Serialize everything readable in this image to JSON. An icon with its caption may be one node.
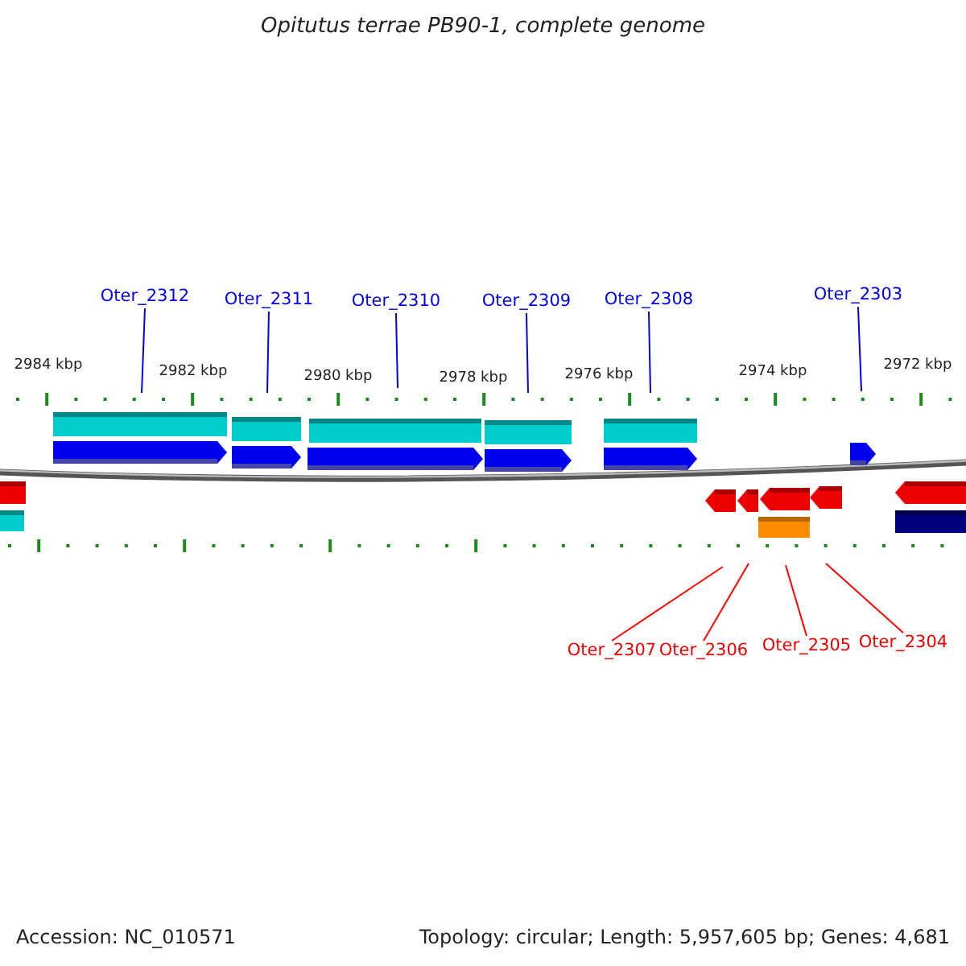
{
  "diagram": {
    "title": "Opitutus terrae PB90-1, complete genome",
    "nodes": [
      {
        "text": [
          "Oter_2312"
        ]
      },
      {
        "text": [
          "Oter_2311"
        ]
      },
      {
        "text": [
          "Oter_2310"
        ]
      },
      {
        "text": [
          "Oter_2309"
        ]
      },
      {
        "text": [
          "Oter_2308"
        ]
      },
      {
        "text": [
          "Oter_2303"
        ]
      },
      {
        "text": [
          "Oter_2307"
        ]
      },
      {
        "text": [
          "Oter_2306"
        ]
      },
      {
        "text": [
          "Oter_2305"
        ]
      },
      {
        "text": [
          "Oter_2304"
        ]
      }
    ],
    "edges": [
      {
        "from": 0,
        "to": null,
        "arrow": "none"
      },
      {
        "from": 1,
        "to": null,
        "arrow": "none"
      },
      {
        "from": 2,
        "to": null,
        "arrow": "none"
      },
      {
        "from": 3,
        "to": null,
        "arrow": "none"
      },
      {
        "from": 4,
        "to": null,
        "arrow": "none"
      },
      {
        "from": 5,
        "to": null,
        "arrow": "none"
      },
      {
        "from": 6,
        "to": null,
        "arrow": "none",
        "color": "#ff0000"
      },
      {
        "from": 7,
        "to": null,
        "arrow": "none",
        "color": "#ff0000"
      },
      {
        "from": 8,
        "to": null,
        "arrow": "none",
        "color": "#ff0000"
      },
      {
        "from": 9,
        "to": null,
        "arrow": "none",
        "color": "#ff0000"
      }
    ],
    "labels": [
      "2984 kbp",
      "2982 kbp",
      "2980 kbp",
      "2978 kbp",
      "2976 kbp",
      "2974 kbp",
      "2972 kbp",
      "Accession: NC_010571",
      "Topology: circular; Length: 5,957,605 bp; Genes: 4,681"
    ]
  }
}
